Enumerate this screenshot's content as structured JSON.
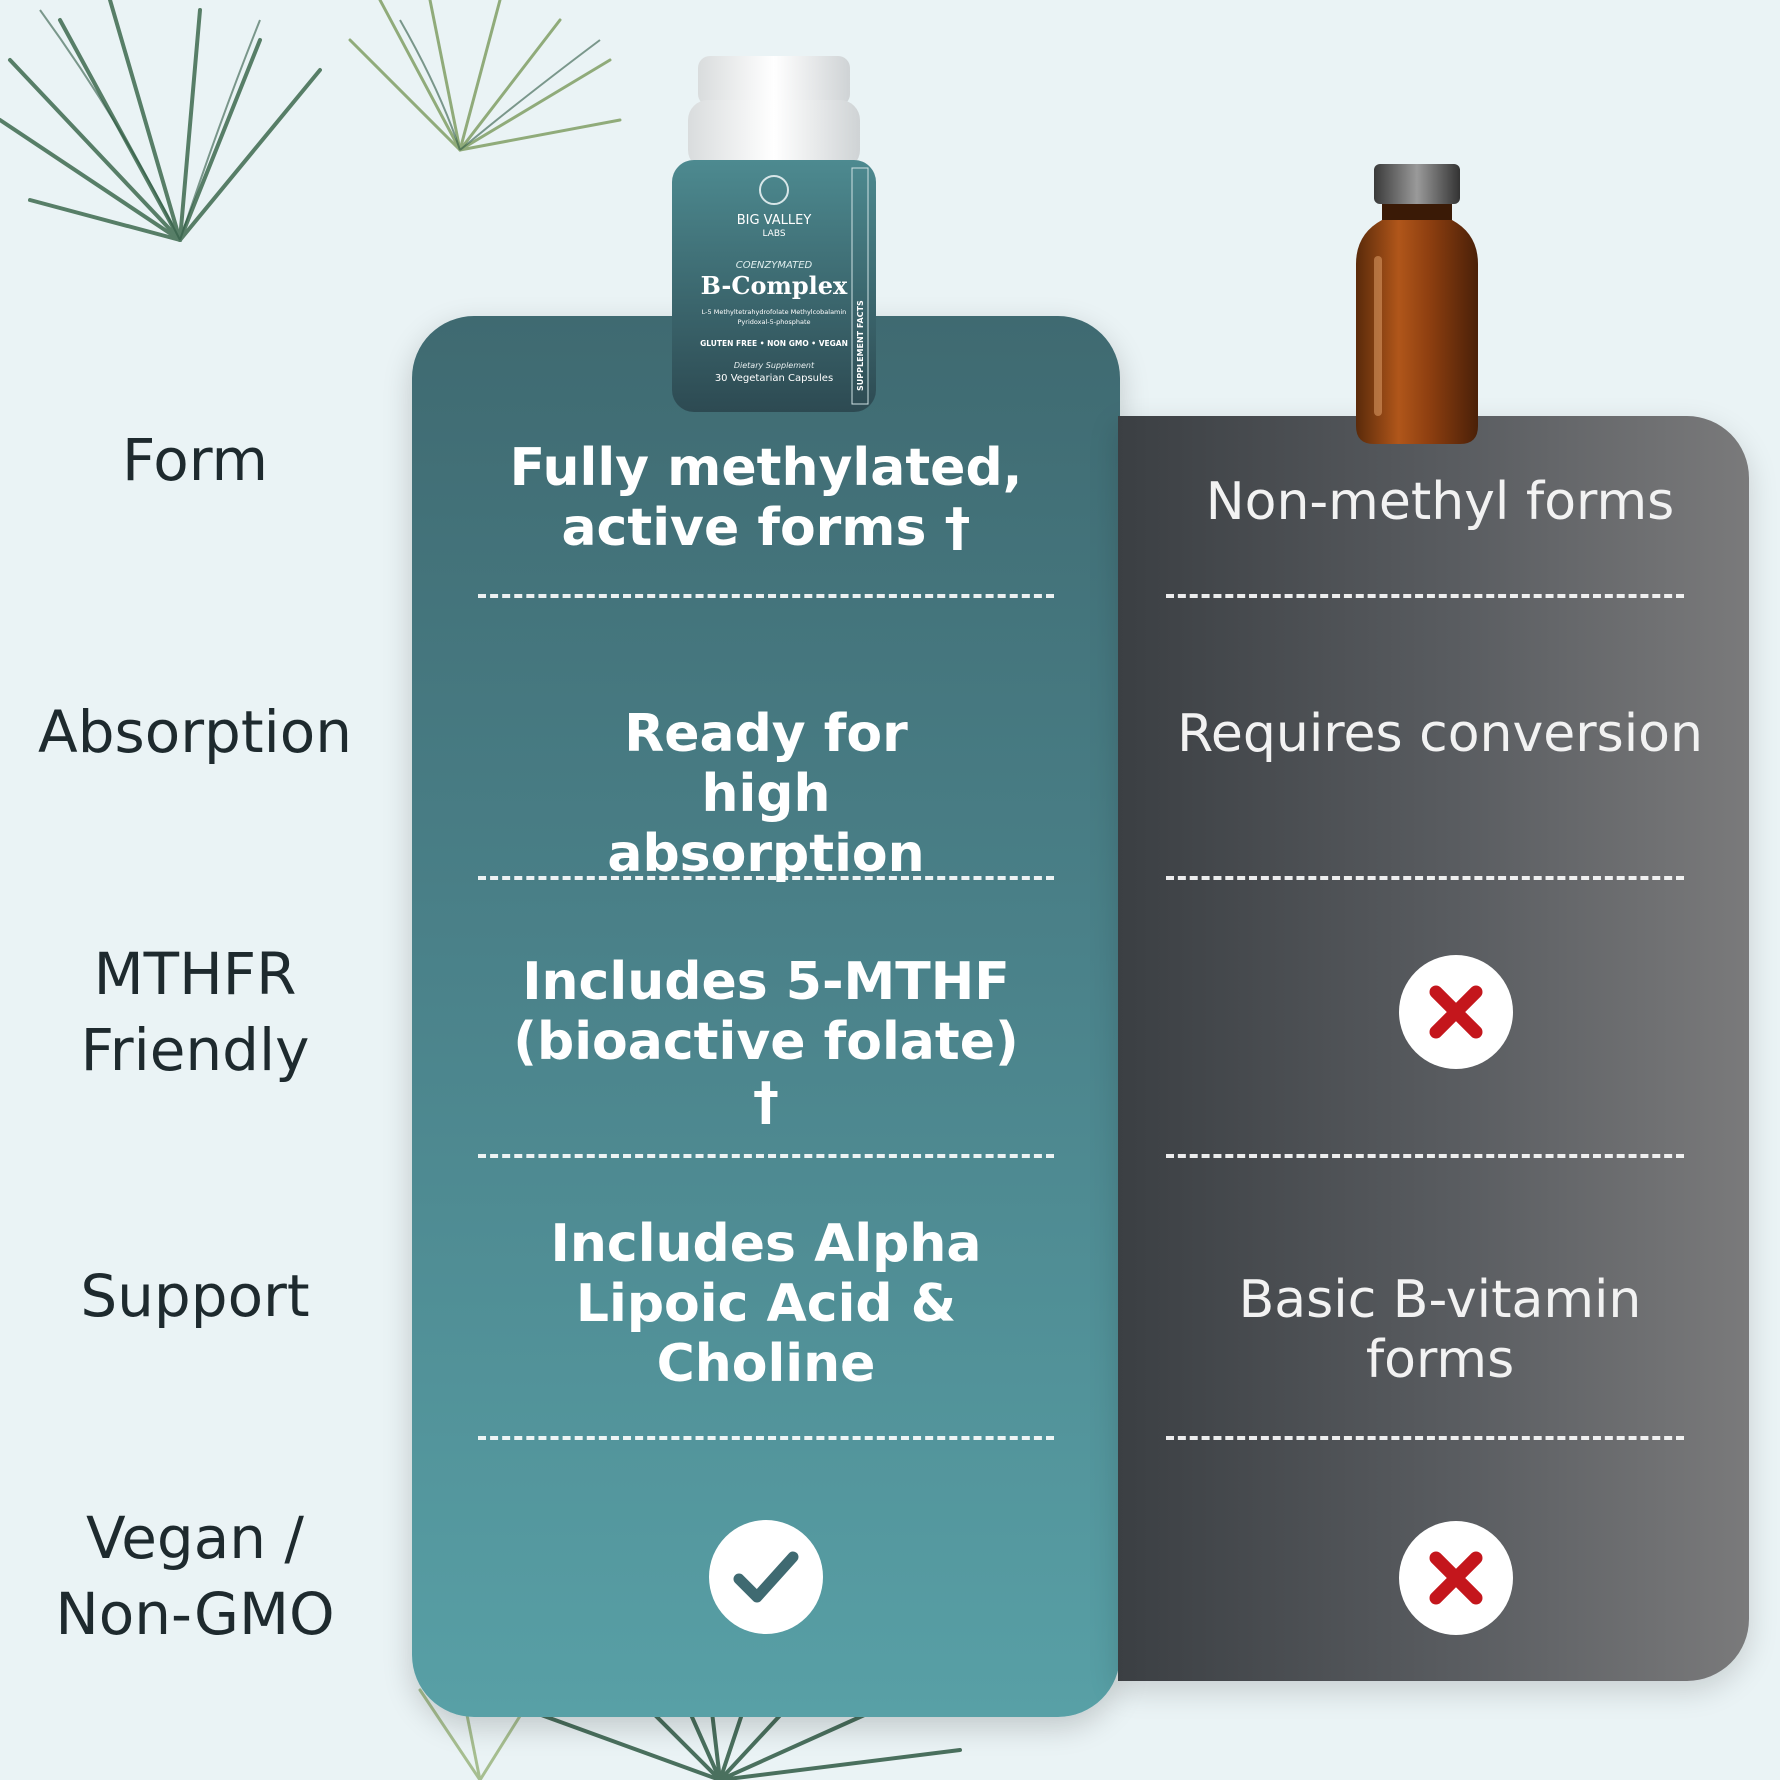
{
  "product": {
    "brand_line1": "BIG VALLEY",
    "brand_line2": "LABS",
    "subtitle": "COENZYMATED",
    "name": "B-Complex",
    "ingredients_line1": "L-5 Methyltetrahydrofolate   Methylcobalamin",
    "ingredients_line2": "Pyridoxal-5-phosphate",
    "claims": "GLUTEN FREE • NON GMO • VEGAN",
    "type": "Dietary Supplement",
    "count": "30 Vegetarian Capsules",
    "side_label": "SUPPLEMENT FACTS"
  },
  "rows": [
    {
      "label": "Form",
      "brand": "Fully methylated, active forms †",
      "other": "Non-methyl forms"
    },
    {
      "label": "Absorption",
      "brand": "Ready for high absorption",
      "other": "Requires conversion"
    },
    {
      "label": "MTHFR Friendly",
      "brand": "Includes 5-MTHF (bioactive folate) †",
      "other_icon": "x-icon"
    },
    {
      "label": "Support",
      "brand": "Includes Alpha Lipoic Acid & Choline",
      "other": "Basic B-vitamin forms"
    },
    {
      "label": "Vegan / Non-GMO",
      "brand_icon": "check-icon",
      "other_icon": "x-icon"
    }
  ],
  "colors": {
    "brand_column": "#4a8189",
    "other_column": "#5a5d61",
    "check": "#3f6a71",
    "x_mark": "#c4161c",
    "background": "#eaf3f5"
  }
}
